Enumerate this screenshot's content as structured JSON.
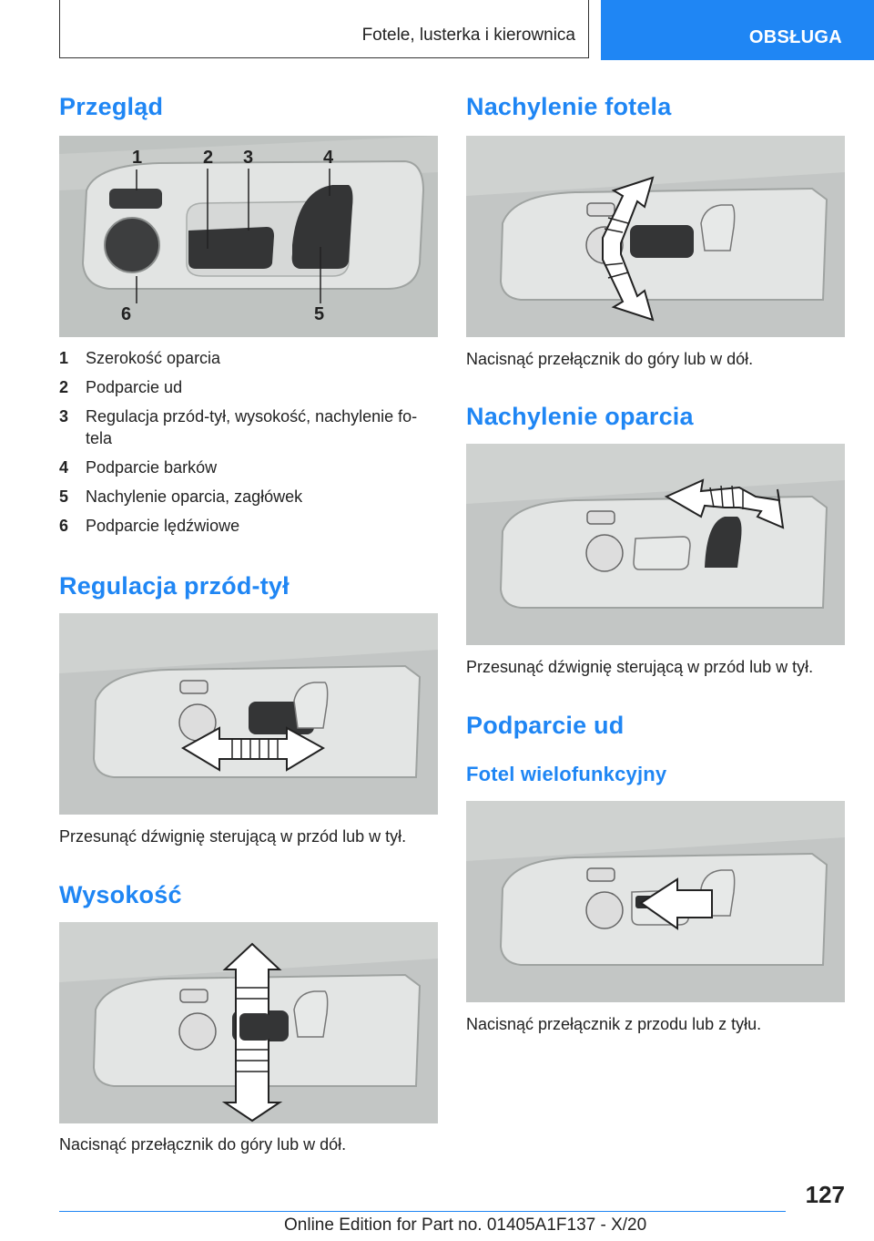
{
  "header": {
    "chapter_title": "Fotele, lusterka i kierownica",
    "section_tab": "OBSŁUGA"
  },
  "left": {
    "overview": {
      "heading": "Przegląd",
      "callouts": [
        "1",
        "2",
        "3",
        "4",
        "5",
        "6"
      ],
      "items": [
        {
          "num": "1",
          "text": "Szerokość oparcia"
        },
        {
          "num": "2",
          "text": "Podparcie ud"
        },
        {
          "num": "3",
          "text": "Regulacja przód-tył, wysokość, nachylenie fo- tela"
        },
        {
          "num": "4",
          "text": "Podparcie barków"
        },
        {
          "num": "5",
          "text": "Nachylenie oparcia, zagłówek"
        },
        {
          "num": "6",
          "text": "Podparcie lędźwiowe"
        }
      ]
    },
    "fore_aft": {
      "heading": "Regulacja przód-tył",
      "text": "Przesunąć dźwignię sterującą w przód lub w tył."
    },
    "height": {
      "heading": "Wysokość",
      "text": "Nacisnąć przełącznik do góry lub w dół."
    }
  },
  "right": {
    "seat_tilt": {
      "heading": "Nachylenie fotela",
      "text": "Nacisnąć przełącznik do góry lub w dół."
    },
    "backrest_tilt": {
      "heading": "Nachylenie oparcia",
      "text": "Przesunąć dźwignię sterującą w przód lub w tył."
    },
    "thigh_support": {
      "heading": "Podparcie ud",
      "subheading": "Fotel wielofunkcyjny",
      "text": "Nacisnąć przełącznik z przodu lub z tyłu."
    }
  },
  "footer": {
    "page_number": "127",
    "edition_text": "Online Edition for Part no. 01405A1F137 - X/20"
  },
  "colors": {
    "accent": "#1f86f4",
    "text": "#222222",
    "photo_background": "#bfc3c1"
  }
}
